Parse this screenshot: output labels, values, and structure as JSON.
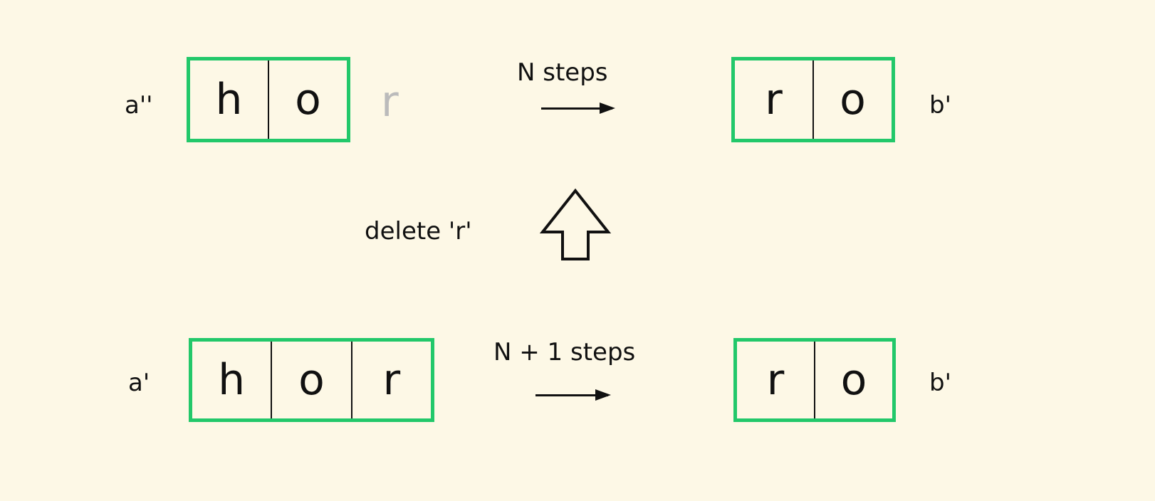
{
  "top": {
    "left_label": "a''",
    "left_cells": [
      "h",
      "o"
    ],
    "ghost": "r",
    "arrow_label": "N steps",
    "right_cells": [
      "r",
      "o"
    ],
    "right_label": "b'"
  },
  "middle": {
    "label": "delete 'r'"
  },
  "bottom": {
    "left_label": "a'",
    "left_cells": [
      "h",
      "o",
      "r"
    ],
    "arrow_label": "N + 1 steps",
    "right_cells": [
      "r",
      "o"
    ],
    "right_label": "b'"
  }
}
